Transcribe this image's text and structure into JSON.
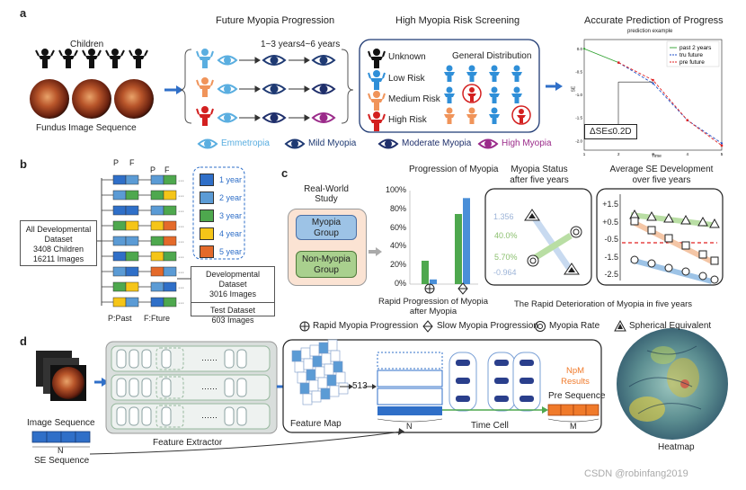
{
  "panel_a": {
    "letter": "a",
    "children_label": "Children",
    "fundus_label": "Fundus Image Sequence",
    "future_title": "Future Myopia Progression",
    "years_1": "1~3 years",
    "years_2": "4~6 years",
    "risk_title": "High Myopia Risk Screening",
    "risk_unknown": "Unknown",
    "risk_low": "Low Risk",
    "risk_medium": "Medium Risk",
    "risk_high": "High Risk",
    "general_distribution": "General Distribution",
    "accurate_title": "Accurate Prediction of Progress",
    "legend_emmetropia": "Emmetropia",
    "legend_mild": "Mild Myopia",
    "legend_moderate": "Moderate Myopia",
    "legend_high": "High Myopia",
    "colors": {
      "emmetropia": "#5aaee0",
      "mild": "#1f3a73",
      "moderate": "#1f2f6b",
      "high": "#9b2b8a",
      "low": "#2f8fd8",
      "medium": "#f0945a",
      "risk_high": "#d32020"
    }
  },
  "chart_data": {
    "type": "line",
    "title": "prediction example",
    "xlabel": "Time",
    "ylabel": "SE",
    "x": [
      1,
      2,
      3,
      4,
      5
    ],
    "xlim": [
      1,
      5
    ],
    "ylim": [
      -2.2,
      0.2
    ],
    "yticks": [
      "0.0",
      "-0.5",
      "-1.0",
      "-1.5",
      "-2.0"
    ],
    "annotation": "ΔSE≤0.2D",
    "series": [
      {
        "name": "past 2 years",
        "color": "#2ca02c",
        "style": "solid",
        "x": [
          1,
          2
        ],
        "values": [
          0.0,
          -0.3
        ]
      },
      {
        "name": "tru future",
        "color": "#1f4fc8",
        "style": "dashed",
        "x": [
          2,
          3,
          4,
          5
        ],
        "values": [
          -0.3,
          -0.75,
          -1.55,
          -2.05
        ]
      },
      {
        "name": "pre future",
        "color": "#e02020",
        "style": "dashed",
        "x": [
          2,
          3,
          4,
          5
        ],
        "values": [
          -0.3,
          -0.68,
          -1.55,
          -2.1
        ]
      }
    ]
  },
  "panel_b": {
    "letter": "b",
    "p_label": "P",
    "f_label": "F",
    "all_dataset": "All Developmental Dataset",
    "all_children": "3408 Children",
    "all_images": "16211 Images",
    "years": [
      "1 year",
      "2 year",
      "3 year",
      "4 year",
      "5 year"
    ],
    "year_colors": [
      "#2f6fc8",
      "#5b9bd5",
      "#4ea84e",
      "#f5c518",
      "#e46a2a"
    ],
    "dev_dataset": "Developmental Dataset",
    "dev_images": "3016 Images",
    "test_dataset": "Test Dataset",
    "test_images": "603 Images",
    "past_label": "P:Past",
    "future_label": "F:Fture"
  },
  "panel_c": {
    "letter": "c",
    "real_world": "Real-World",
    "study": "Study",
    "myopia_group_1": "Myopia",
    "myopia_group_2": "Group",
    "non_myopia_1": "Non-Myopia",
    "non_myopia_2": "Group",
    "progression_title": "Progression of Myopia",
    "pct_ticks": [
      "100%",
      "80%",
      "60%",
      "40%",
      "20%",
      "0%"
    ],
    "rapid_caption_1": "Rapid Progression of Myopia",
    "rapid_caption_2": "after Myopia",
    "status_title_1": "Myopia Status",
    "status_title_2": "after five years",
    "status_values": [
      "1.356",
      "40.0%",
      "5.70%",
      "-0.964"
    ],
    "avg_title_1": "Average SE Development",
    "avg_title_2": "over five years",
    "avg_ticks": [
      "+1.5",
      "+0.5",
      "-0.5",
      "-1.5",
      "-2.5"
    ],
    "deterioration_caption": "The Rapid Deterioration of Myopia in five years",
    "bar_data": {
      "categories": [
        "rapid",
        "slow"
      ],
      "series": [
        {
          "color": "#4ea84e",
          "values": [
            25,
            75
          ]
        },
        {
          "color": "#4a8fd8",
          "values": [
            5,
            92
          ]
        }
      ]
    }
  },
  "panel_d": {
    "letter": "d",
    "legend_rapid": "Rapid Myopia Progression",
    "legend_slow": "Slow Myopia Progression",
    "legend_rate": "Myopia Rate",
    "legend_se": "Spherical Equivalent",
    "image_sequence": "Image Sequence",
    "se_sequence": "SE Sequence",
    "n_label": "N",
    "feature_extractor": "Feature Extractor",
    "feature_map": "Feature  Map",
    "dim_513": "513",
    "time_cell": "Time Cell",
    "npm_results_1": "NpM",
    "npm_results_2": "Results",
    "pre_sequence": "Pre Sequence",
    "m_label": "M",
    "heatmap": "Heatmap",
    "watermark": "CSDN @robinfang2019"
  }
}
